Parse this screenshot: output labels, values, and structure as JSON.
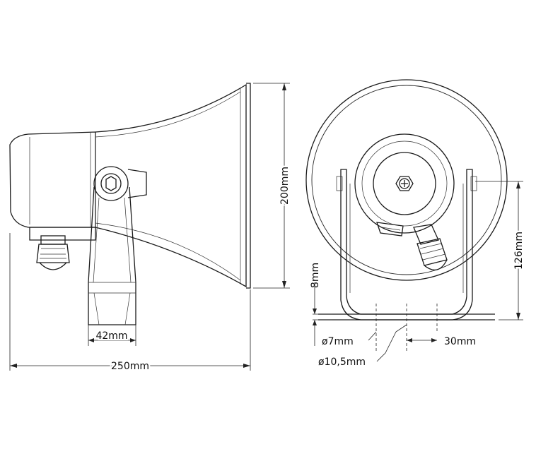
{
  "dimensions": {
    "total_length": "250mm",
    "bracket_width": "42mm",
    "height": "200mm",
    "mount_height": "126mm",
    "base_offset": "8mm",
    "hole_small": "ø7mm",
    "hole_large": "ø10,5mm",
    "hole_spacing": "30mm"
  }
}
